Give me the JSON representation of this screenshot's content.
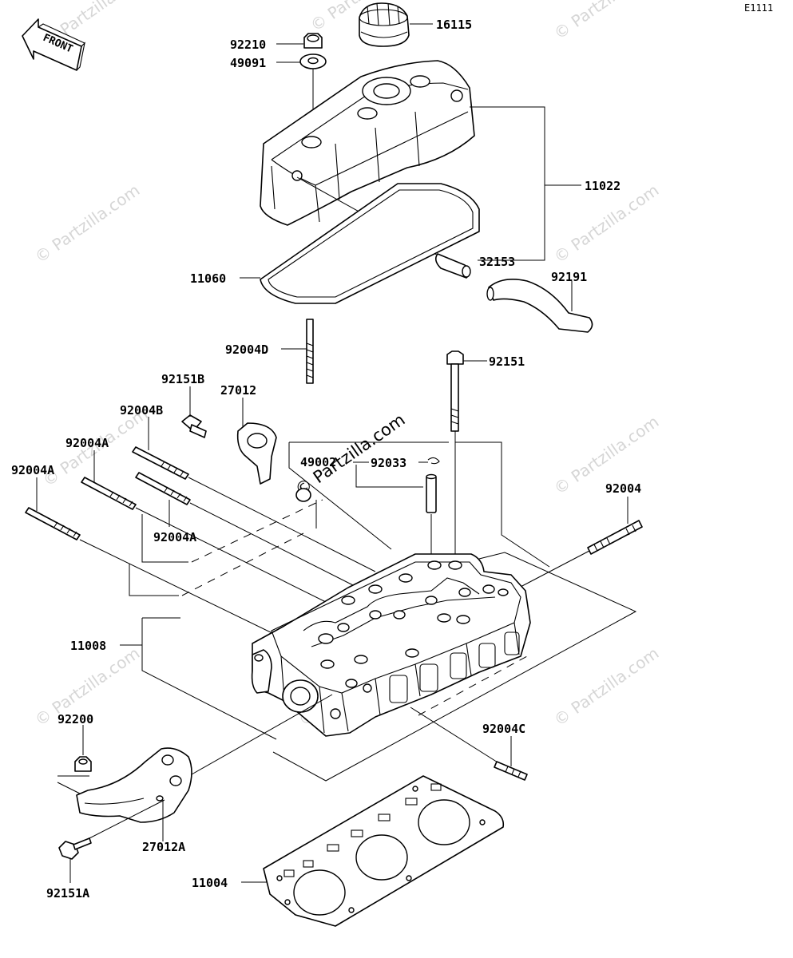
{
  "diagram_code": "E1111",
  "front_label": "FRONT",
  "watermark": "© Partzilla.com",
  "labels": {
    "p16115": "16115",
    "p92210": "92210",
    "p49091": "49091",
    "p11022": "11022",
    "p32153": "32153",
    "p11060": "11060",
    "p92191": "92191",
    "p92004D": "92004D",
    "p92151": "92151",
    "p92151B": "92151B",
    "p27012": "27012",
    "p92004B": "92004B",
    "p92004A_1": "92004A",
    "p92004A_2": "92004A",
    "p92004A_3": "92004A",
    "p49002": "49002",
    "p92033": "92033",
    "p92004": "92004",
    "p11008": "11008",
    "p92200": "92200",
    "p92004C": "92004C",
    "p27012A": "27012A",
    "p11004": "11004",
    "p92151A": "92151A"
  }
}
